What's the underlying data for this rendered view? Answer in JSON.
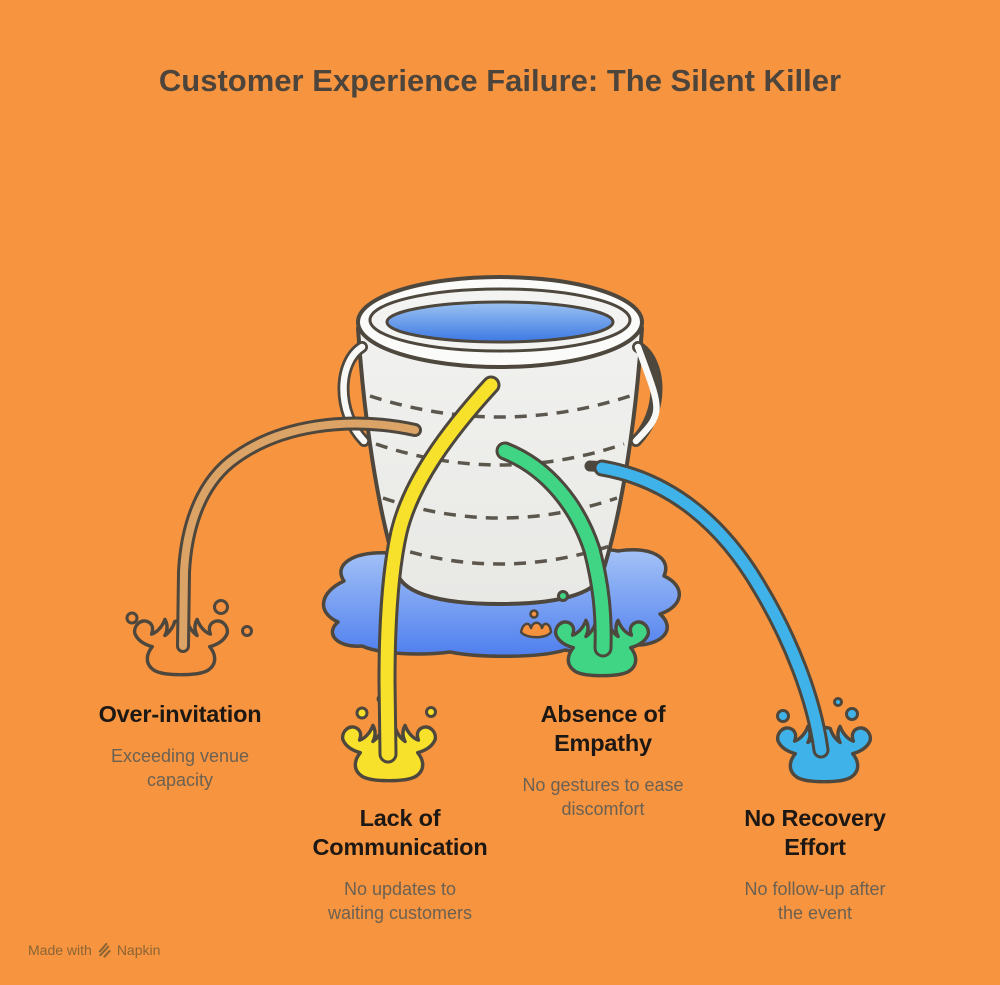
{
  "title": "Customer Experience Failure: The Silent Killer",
  "leaks": [
    {
      "title": "Over-invitation",
      "subtitle": "Exceeding venue\ncapacity",
      "stream_color": "#DCA366",
      "splash_color": "#F6913E"
    },
    {
      "title": "Lack of\nCommunication",
      "subtitle": "No updates to\nwaiting customers",
      "stream_color": "#F8E12A",
      "splash_color": "#F8E12A"
    },
    {
      "title": "Absence of\nEmpathy",
      "subtitle": "No gestures to ease\ndiscomfort",
      "stream_color": "#3FD584",
      "splash_color": "#3FD584"
    },
    {
      "title": "No Recovery\nEffort",
      "subtitle": "No follow-up after\nthe event",
      "stream_color": "#3FB3E9",
      "splash_color": "#3FB3E9"
    }
  ],
  "bucket": {
    "outline": "#4D473D",
    "body_color": "#EDEDEB",
    "rim_color": "#FBFBF9",
    "water_top": "#9CC3F1",
    "water_bottom": "#3D79E4",
    "puddle_top": "#A5C3F7",
    "puddle_bottom": "#4F7FEE"
  },
  "colors": {
    "background": "#F7943F",
    "title_text": "#4D453B",
    "heading_text": "#1D1813",
    "subtitle_text": "#6B6153",
    "footer_text": "#8A6434"
  },
  "footer": {
    "made_with": "Made with",
    "brand": "Napkin"
  }
}
